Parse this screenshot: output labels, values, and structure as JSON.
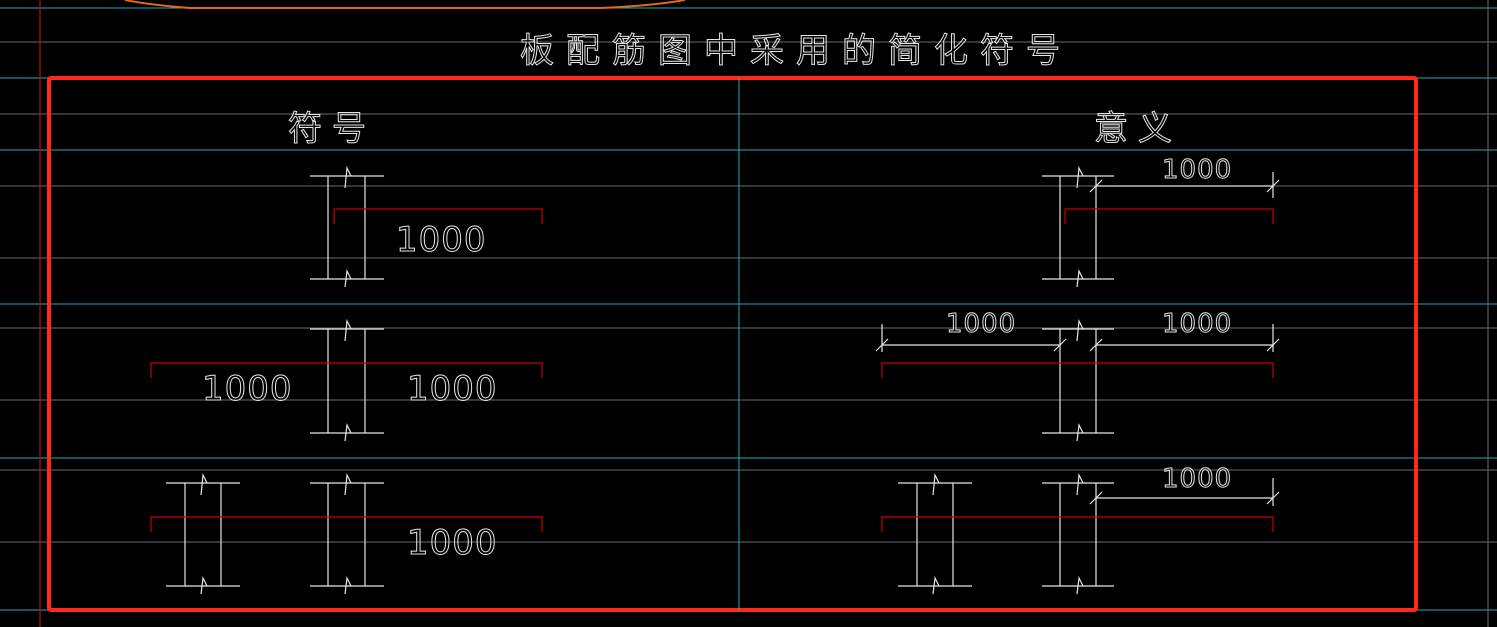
{
  "title": "板配筋图中采用的简化符号",
  "columns": {
    "symbol": "符号",
    "meaning": "意义"
  },
  "rows": [
    {
      "symbol_labels": [
        "1000"
      ],
      "meaning_labels": [
        "1000"
      ]
    },
    {
      "symbol_labels": [
        "1000",
        "1000"
      ],
      "meaning_labels": [
        "1000",
        "1000"
      ]
    },
    {
      "symbol_labels": [
        "1000"
      ],
      "meaning_labels": [
        "1000"
      ]
    }
  ],
  "colors": {
    "background": "#000000",
    "line": "#e6e6e6",
    "rebar": "#c80000",
    "grid_cyan": "#2aa8b4",
    "grid_gray": "#6b6b6b",
    "highlight_frame": "#ff2a1a",
    "axis_red": "#b01010",
    "arc_orange": "#e06a1a"
  }
}
